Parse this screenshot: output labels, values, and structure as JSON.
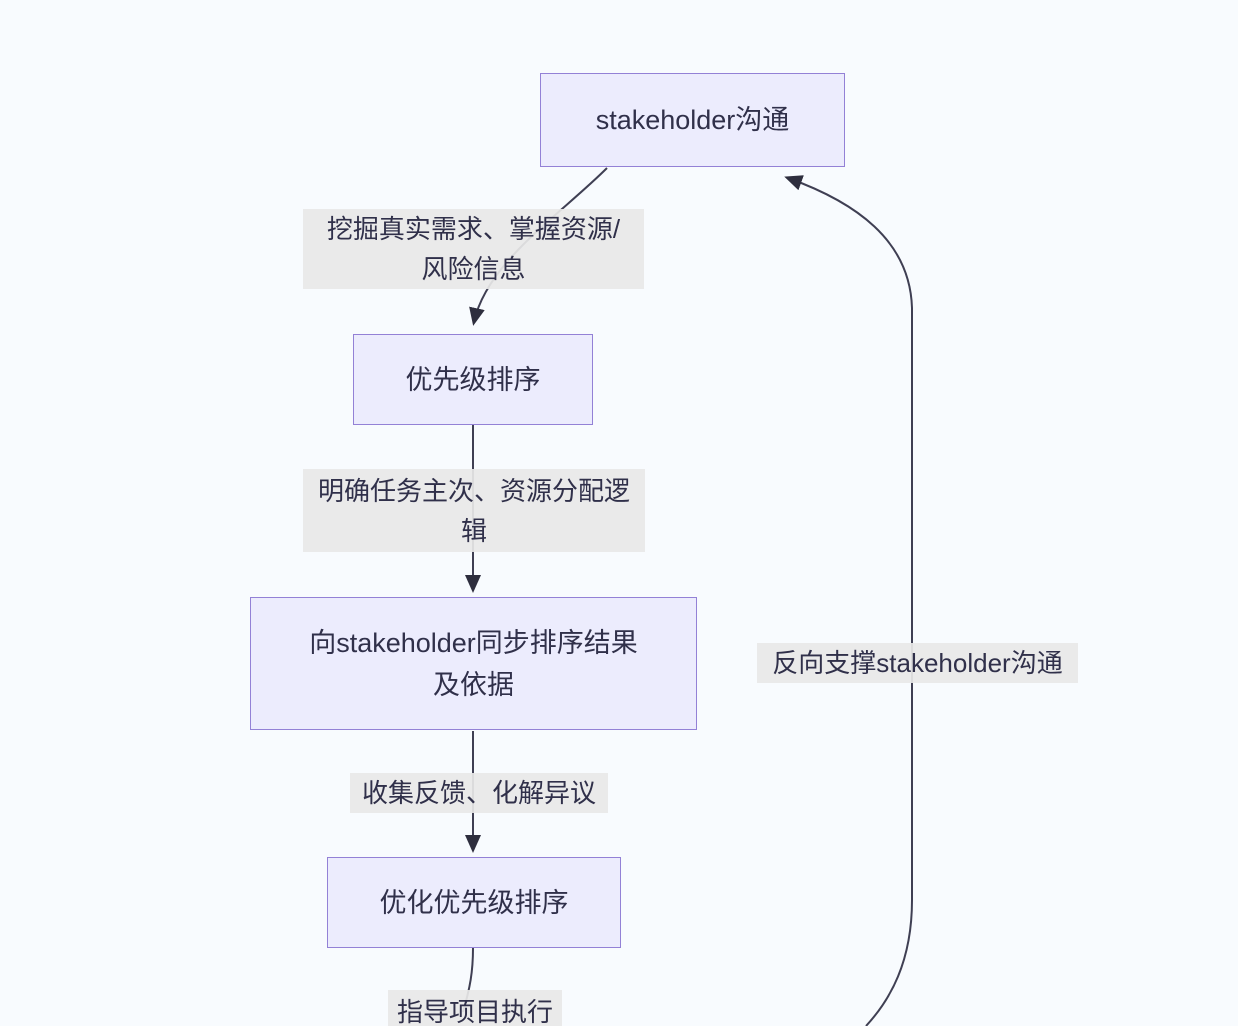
{
  "diagram": {
    "type": "flowchart",
    "direction": "top-down",
    "nodes": [
      {
        "id": "stakeholder_comm",
        "label": "stakeholder沟通"
      },
      {
        "id": "prioritization",
        "label": "优先级排序"
      },
      {
        "id": "sync_results",
        "label": "向stakeholder同步排序结果及依据",
        "lines": [
          "向stakeholder同步排序结果",
          "及依据"
        ]
      },
      {
        "id": "optimize_prioritization",
        "label": "优化优先级排序"
      }
    ],
    "edges": [
      {
        "from": "stakeholder_comm",
        "to": "prioritization",
        "label": "挖掘真实需求、掌握资源/风险信息",
        "lines": [
          "挖掘真实需求、掌握资源/",
          "风险信息"
        ]
      },
      {
        "from": "prioritization",
        "to": "sync_results",
        "label": "明确任务主次、资源分配逻辑",
        "lines": [
          "明确任务主次、资源分配逻",
          "辑"
        ]
      },
      {
        "from": "sync_results",
        "to": "optimize_prioritization",
        "label": "收集反馈、化解异议",
        "lines": [
          "收集反馈、化解异议"
        ]
      },
      {
        "from": "optimize_prioritization",
        "to": "offscreen_bottom",
        "label": "指导项目执行",
        "lines": [
          "指导项目执行"
        ]
      },
      {
        "from": "offscreen_bottom",
        "to": "stakeholder_comm",
        "label": "反向支撑stakeholder沟通",
        "lines": [
          "反向支撑stakeholder沟通"
        ]
      }
    ],
    "colors": {
      "background": "#f8fbfe",
      "node_fill": "#ececfd",
      "node_border": "#9381d6",
      "edge_line": "#3f3f53",
      "arrowhead": "#2e2e3e",
      "edge_label_bg": "#e8e8e8",
      "text": "#30304a"
    }
  }
}
